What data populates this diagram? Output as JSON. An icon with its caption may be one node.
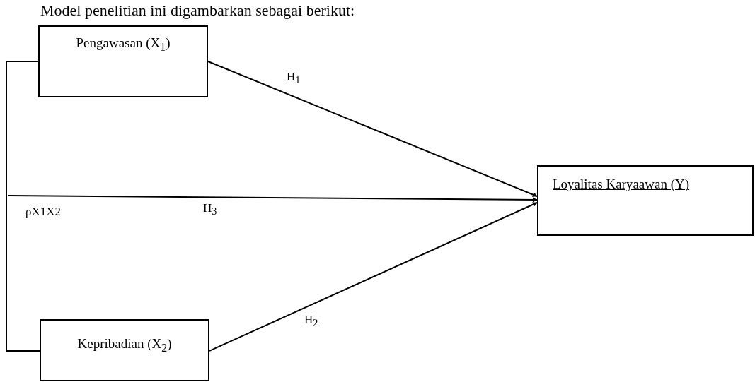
{
  "diagram": {
    "title": "Model penelitian ini digambarkan sebagai berikut:",
    "nodes": [
      {
        "text": [
          "Pengawasan (X$_{1}$)"
        ]
      },
      {
        "text": [
          "Kepribadian (X$_{2}$)"
        ]
      },
      {
        "text": [
          "Loyalitas Karyaawan (Y)"
        ]
      }
    ],
    "edges": [
      {
        "from": 0,
        "to": 2,
        "arrow": "to",
        "label": "H$_{1}$"
      },
      {
        "from": 0,
        "to": 1,
        "arrow": "none",
        "label": "ρX1X2"
      },
      {
        "from": null,
        "to": 2,
        "arrow": "to",
        "label": "H$_{3}$"
      },
      {
        "from": 1,
        "to": 2,
        "arrow": "to",
        "label": "H$_{2}$"
      }
    ]
  }
}
